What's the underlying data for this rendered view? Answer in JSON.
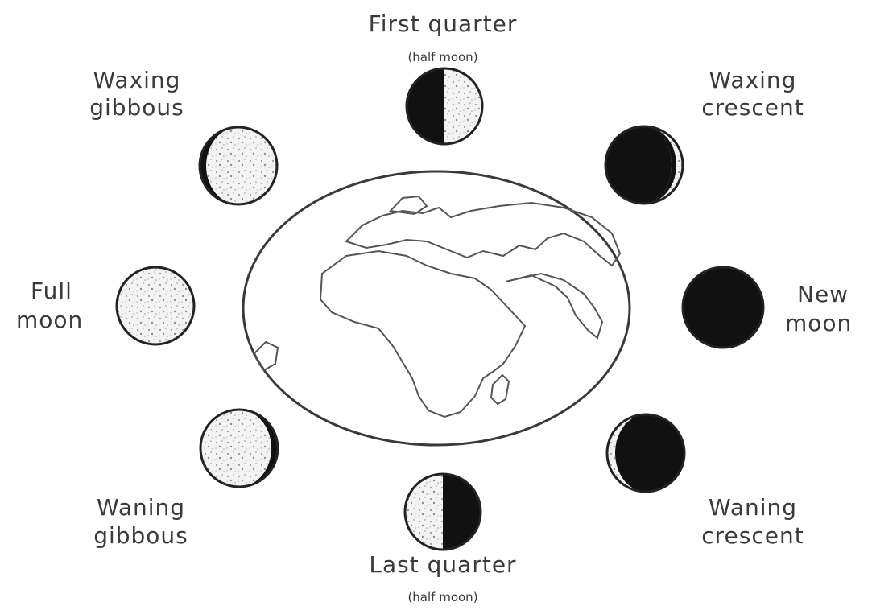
{
  "labels": {
    "first_quarter": "First quarter",
    "first_quarter_sub": "(half moon)",
    "waxing_crescent_1": "Waxing",
    "waxing_crescent_2": "crescent",
    "new_moon_1": "New",
    "new_moon_2": "moon",
    "waning_crescent_1": "Waning",
    "waning_crescent_2": "crescent",
    "last_quarter": "Last quarter",
    "last_quarter_sub": "(half moon)",
    "waning_gibbous_1": "Waning",
    "waning_gibbous_2": "gibbous",
    "full_moon_1": "Full",
    "full_moon_2": "moon",
    "waxing_gibbous_1": "Waxing",
    "waxing_gibbous_2": "gibbous"
  },
  "colors": {
    "ink": "#1a1a1a",
    "shadow": "#111111",
    "lit": "#f2f2f2",
    "stroke": "#444444"
  },
  "icons": {
    "earth": "earth-with-africa-icon",
    "moon": "moon-phase-icon"
  }
}
